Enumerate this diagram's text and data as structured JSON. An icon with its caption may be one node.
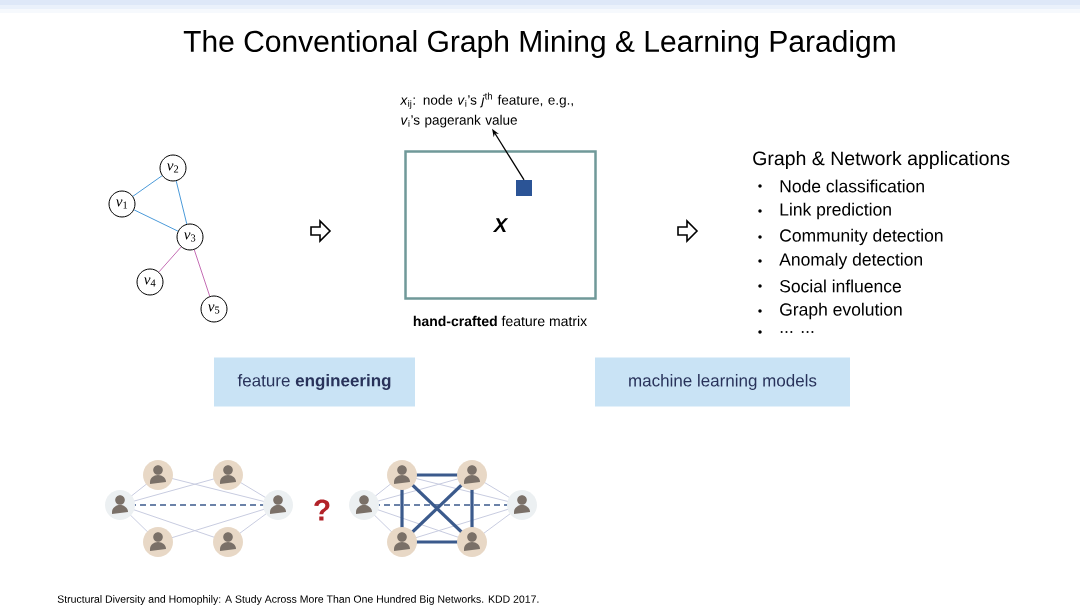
{
  "diagram": {
    "title": "The Conventional Graph Mining & Learning Paradigm",
    "nodes": [
      {
        "text": [
          "*v*$_{1}$"
        ]
      },
      {
        "text": [
          "*v*$_{2}$"
        ]
      },
      {
        "text": [
          "*v*$_{3}$"
        ]
      },
      {
        "text": [
          "*v*$_{4}$"
        ]
      },
      {
        "text": [
          "*v*$_{5}$"
        ]
      },
      {
        "text": [
          "X"
        ],
        "beside": [
          "**hand-crafted** feature matrix"
        ]
      },
      {
        "text": [],
        "shape": "box",
        "in": 5
      },
      {
        "text": [
          "*x*$_{ij}$: node *v*$_{i}$’s *j*$^{th}$ feature, e.g., *v*$_{i}$’s pagerank value"
        ]
      },
      {
        "text": [
          "feature **engineering**"
        ]
      },
      {
        "text": [
          "machine learning models"
        ]
      }
    ],
    "edges": [
      {
        "from": 0,
        "to": 1,
        "arrow": "none"
      },
      {
        "from": 0,
        "to": 2,
        "arrow": "none"
      },
      {
        "from": 1,
        "to": 2,
        "arrow": "none"
      },
      {
        "from": 2,
        "to": 3,
        "arrow": "none",
        "color": "#c46cb4"
      },
      {
        "from": 2,
        "to": 4,
        "arrow": "none",
        "color": "#c46cb4"
      },
      {
        "from": 6,
        "to": 7,
        "arrow": "to",
        "color": "#000000"
      }
    ],
    "labels": [
      "Graph & Network applications",
      "Node classification",
      "Link prediction",
      "Community detection",
      "Anomaly detection",
      "Social influence",
      "Graph evolution",
      "... ...",
      "?",
      "Structural Diversity and Homophily: A Study Across More Than One Hundred Big Networks. KDD 2017."
    ]
  }
}
